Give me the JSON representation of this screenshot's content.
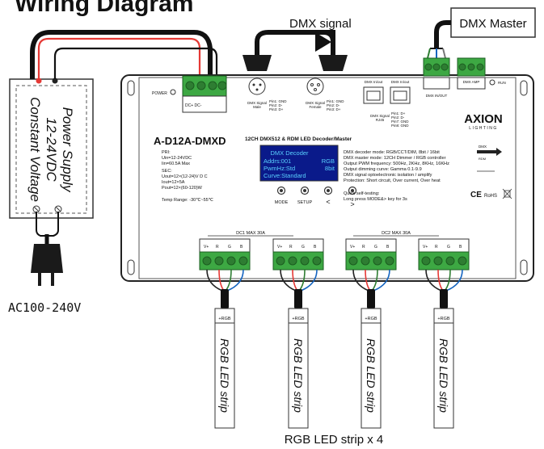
{
  "header_title": "Wiring Diagram",
  "dmx_signal_label": "DMX signal",
  "dmx_master_label": "DMX Master",
  "power_supply": {
    "line1": "Power Supply",
    "line2": "12-24VDC",
    "line3": "Constant Voltage"
  },
  "ac_label": "AC100-240V",
  "device": {
    "power_label": "POWER",
    "model": "A-D12A-DMXD",
    "subtitle": "12CH DMX512 & RDM LED Decoder/Master",
    "spec_lines": [
      "PRI:",
      "Uin=12-24VDC",
      "Iin=60.5A Max",
      "SEC:",
      "Uout=12×(12-24)V D C",
      "Iout=12×5A",
      "Pout=12×(60-120)W"
    ],
    "temp": "Temp Range: -30℃~55℃",
    "display_lines": [
      "DMX Decoder",
      "Addrs:001",
      "PwmHz:Std",
      "Curve:Standard"
    ],
    "display_right": [
      "RGB",
      "8bit"
    ],
    "buttons": [
      "MODE",
      "SETUP",
      "<",
      ">"
    ],
    "features": [
      "DMX decoder mode: RGB/CCT/DIM, 8bit / 16bit",
      "DMX master mode: 12CH Dimmer / RGB controller",
      "Output PWM frequency: 500Hz, 2KHz, 8KHz, 16KHz",
      "Output dimming curve: Gamma 0.1-9.9",
      "DMX signal optoelectronic isolation / amplify",
      "Protection: Short circuit, Over current, Over heat"
    ],
    "quick_test": [
      "Quick self-testing:",
      "Long press MODE&> key for 3s"
    ],
    "dmx_male": [
      "DMX Signal",
      "Male"
    ],
    "dmx_female": [
      "DMX Signal",
      "Female"
    ],
    "pin_lines": [
      "Pin1: GND",
      "Pin2: D-",
      "Pin3: D+"
    ],
    "rj45_in": "DMX In/out",
    "rj45_signal": [
      "DMX Signal",
      "RJ45"
    ],
    "rj45_pins": [
      "Pin1: D+",
      "Pin2: D-",
      "Pin7: GND",
      "Pin8: GND"
    ],
    "dmx_inout": "DMX IN/OUT",
    "dmx_amp": "DMX AMP",
    "run": "RUN",
    "brand": "AΧION",
    "brand_sub": "LIGHTING",
    "dc1": "DC1 MAX 30A",
    "dc2": "DC2 MAX 30A",
    "dc_in": "DC+ DC-",
    "output_pins": [
      "V+",
      "R",
      "G",
      "B"
    ],
    "rohs": "RoHS",
    "ce": "CE",
    "dmx_arrow": "DMX",
    "rdm": "RDM"
  },
  "strip_label": "RGB LED strip",
  "strip_connector": "+RGB",
  "footer": "RGB LED strip x 4"
}
